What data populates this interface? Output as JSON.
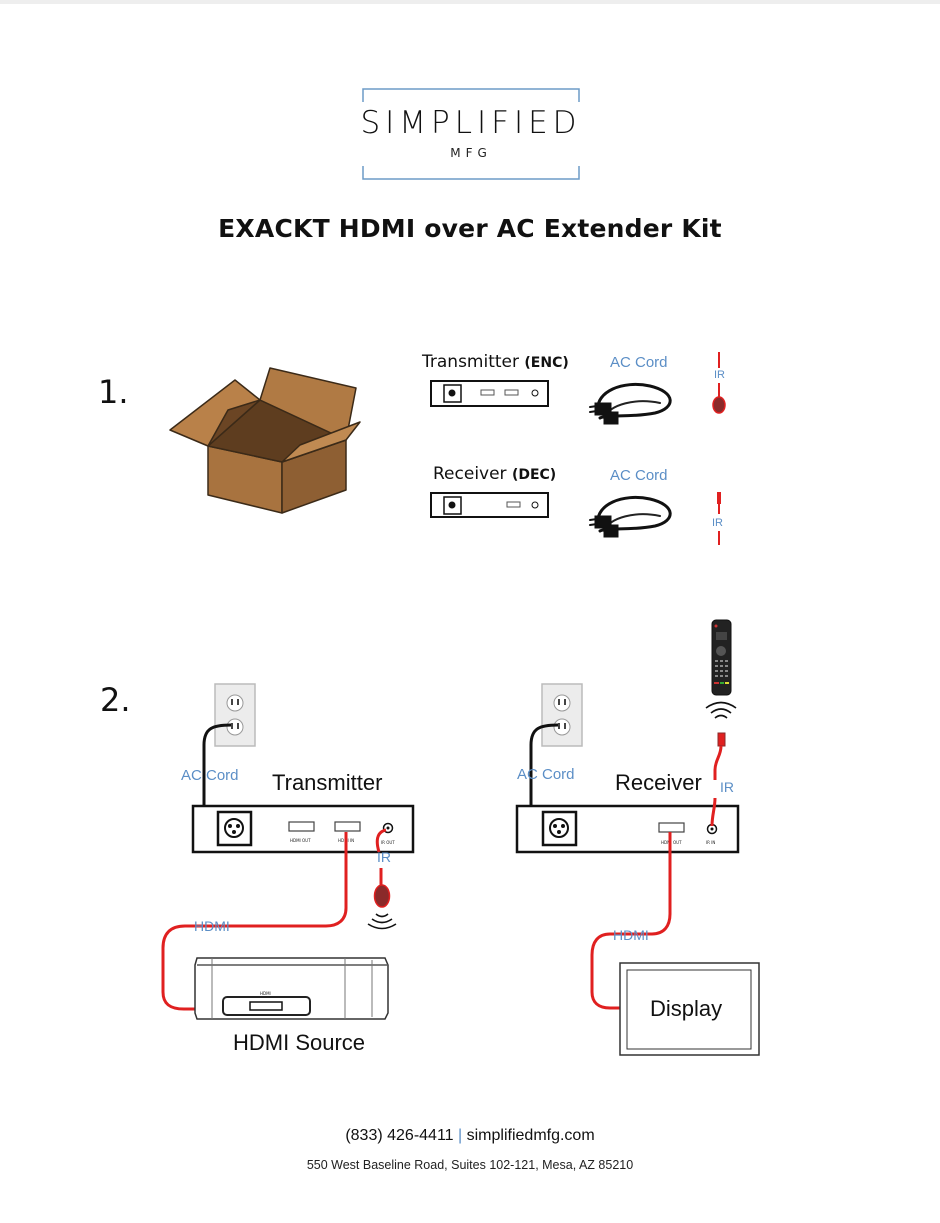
{
  "logo": {
    "name": "SIMPLIFIED",
    "sub": "MFG"
  },
  "title": "EXACKT HDMI over AC Extender Kit",
  "step1": {
    "number": "1.",
    "transmitter_label": "Transmitter",
    "transmitter_code": "(ENC)",
    "receiver_label": "Receiver",
    "receiver_code": "(DEC)",
    "ac_cord_label": "AC Cord",
    "ir_label": "IR"
  },
  "step2": {
    "number": "2.",
    "transmitter": "Transmitter",
    "receiver": "Receiver",
    "ac_cord": "AC Cord",
    "hdmi": "HDMI",
    "ir": "IR",
    "hdmi_source": "HDMI Source",
    "display": "Display",
    "ports": {
      "hdmi_out": "HDMI OUT",
      "hdmi_in": "HDMI IN",
      "ir_out": "IR OUT",
      "ir_in": "IR IN",
      "hdmi": "HDMI"
    }
  },
  "footer": {
    "phone": "(833) 426-4411",
    "separator": "|",
    "website": "simplifiedmfg.com",
    "address": "550 West Baseline Road, Suites 102-121, Mesa, AZ 85210"
  },
  "colors": {
    "cable_red": "#e02020",
    "label_blue": "#5b8ec6",
    "box_brown": "#a8733f",
    "ir_dark_red": "#8b2a2a"
  }
}
